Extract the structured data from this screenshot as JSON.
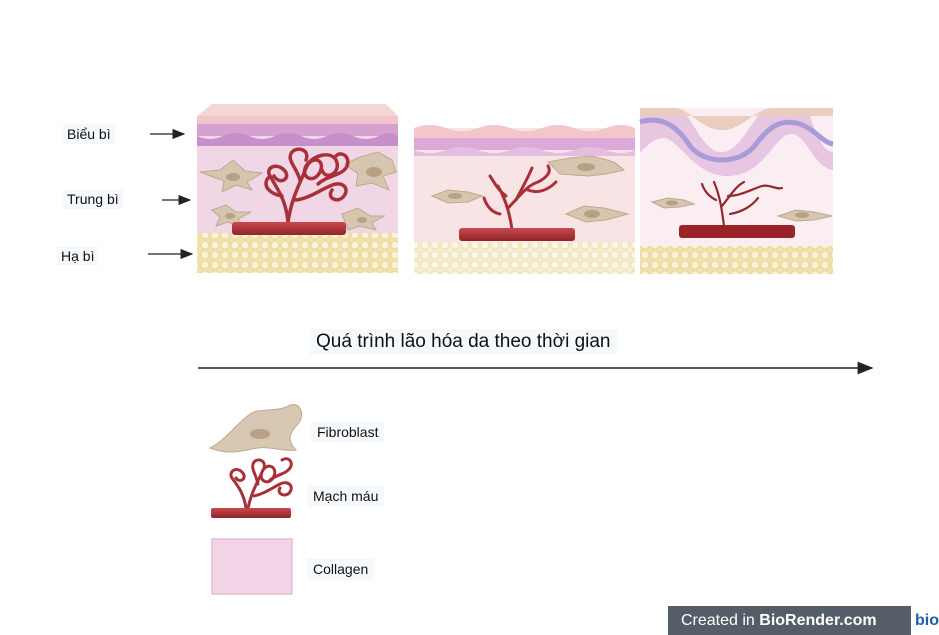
{
  "layers": {
    "epidermis": "Biểu bì",
    "dermis": "Trung bì",
    "hypodermis": "Hạ bì"
  },
  "timeline": {
    "caption": "Quá trình lão hóa da theo thời gian"
  },
  "legend": {
    "fibroblast": "Fibroblast",
    "blood_vessel": "Mạch máu",
    "collagen": "Collagen"
  },
  "watermark": {
    "prefix": "Created in ",
    "brand": "BioRender.com",
    "logo": "bio"
  },
  "colors": {
    "vessel": "#b5353a",
    "collagen": "#f2d6e4",
    "fat": "#f3e6b8",
    "epidermis": "#d9a5d3",
    "fibroblast": "#d8c8b3"
  }
}
